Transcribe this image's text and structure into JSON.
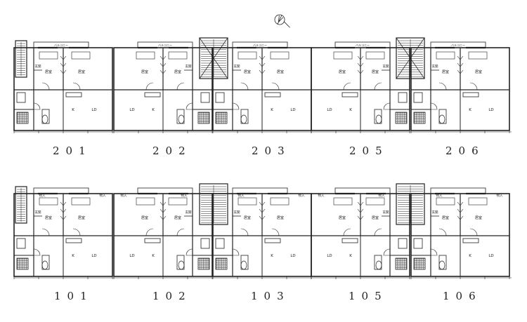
{
  "compass": {
    "icon": "north-arrow-icon"
  },
  "upper_floor": {
    "units": [
      {
        "number": "201"
      },
      {
        "number": "202"
      },
      {
        "number": "203"
      },
      {
        "number": "205"
      },
      {
        "number": "206"
      }
    ]
  },
  "lower_floor": {
    "units": [
      {
        "number": "101"
      },
      {
        "number": "102"
      },
      {
        "number": "103"
      },
      {
        "number": "105"
      },
      {
        "number": "106"
      }
    ]
  },
  "room_labels": {
    "living_dining": "LD",
    "kitchen": "K",
    "western_room": "居室",
    "entrance": "玄関",
    "balcony": "バルコニー",
    "storage": "物入"
  },
  "colors": {
    "line": "#222222",
    "hatch": "#555555",
    "background": "#ffffff"
  }
}
